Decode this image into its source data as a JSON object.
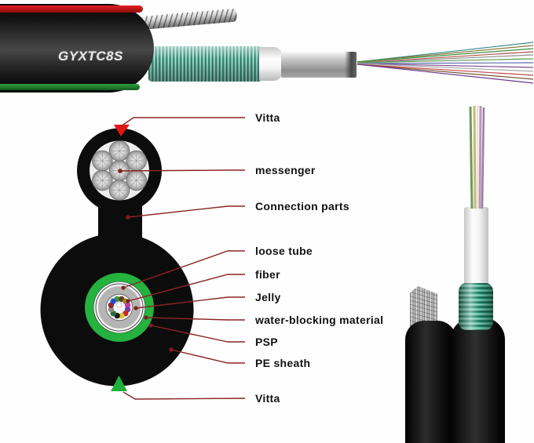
{
  "product": {
    "model_label": "GYXTC8S"
  },
  "labels": [
    {
      "text": "Vitta"
    },
    {
      "text": "messenger"
    },
    {
      "text": "Connection parts"
    },
    {
      "text": "loose tube"
    },
    {
      "text": "fiber"
    },
    {
      "text": "Jelly"
    },
    {
      "text": "water-blocking material"
    },
    {
      "text": "PSP"
    },
    {
      "text": "PE sheath"
    },
    {
      "text": "Vitta"
    }
  ],
  "colors": {
    "leader_line": "#8b2424",
    "vitta_top_marker": "#e31515",
    "vitta_bottom_marker": "#1faf3c",
    "green_ring": "#25b23e",
    "armor_teal_light": "#8fd5c4",
    "armor_teal_dark": "#1b7a63",
    "jacket_black": "#0c0c0c",
    "jacket_stripe_red": "#d01818",
    "jacket_stripe_green": "#1e8c2e"
  },
  "cross_section": {
    "messenger_wire_count": 7,
    "fiber_colors": [
      "#2f9e3f",
      "#6b3a1f",
      "#9a8a2a",
      "#c23aa8",
      "#7a3aa8",
      "#c42828",
      "#d8c832",
      "#1a1a1a",
      "#2a6e3a",
      "#8a8a8a",
      "#8a2a2a",
      "#2a4ac8"
    ],
    "center_fiber_color": "#ffffff"
  },
  "top_view": {
    "fan_colors": [
      "#3a8f8f",
      "#8a7a3a",
      "#3f8f3f",
      "#b35050",
      "#8f8f8f",
      "#5a9a50",
      "#5a6ab0",
      "#7a4a92",
      "#a8a8a8",
      "#c04848",
      "#7a5a32",
      "#6a3a8a"
    ]
  },
  "right_view": {
    "fiber_strand_colors": [
      "#6f9a57",
      "#c4b87e",
      "#ece4d4",
      "#bd93bd",
      "#93809f"
    ]
  }
}
